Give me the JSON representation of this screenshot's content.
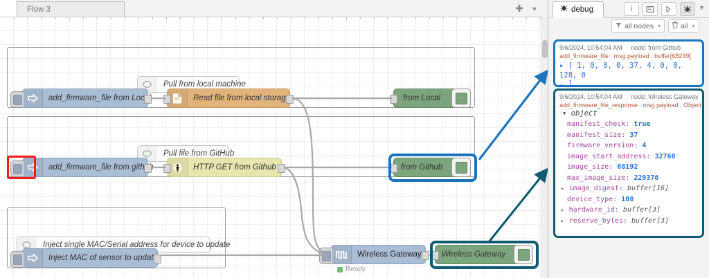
{
  "editor": {
    "tab": {
      "label": "Flow 3"
    },
    "tab_add_icon": "plus-icon",
    "tab_menu_icon": "chevron-down-icon"
  },
  "canvas": {
    "comments": [
      {
        "text": "Pull from local machine"
      },
      {
        "text": "Pull file from GitHub"
      },
      {
        "text": "Inject single MAC/Serial address for device to update"
      }
    ],
    "nodes": [
      {
        "id": "inject-local",
        "label": "add_firmware_file from Local",
        "color": "blue",
        "icon": "inject-arrow-icon"
      },
      {
        "id": "read-file",
        "label": "Read file from local storage",
        "color": "orange",
        "icon": "file-icon"
      },
      {
        "id": "debug-local",
        "label": "from Local",
        "color": "green",
        "icon": "debug-icon"
      },
      {
        "id": "inject-github",
        "label": "add_firmware_file from github",
        "color": "blue",
        "icon": "inject-arrow-icon"
      },
      {
        "id": "http-get",
        "label": "HTTP GET from Github",
        "color": "yellow",
        "icon": "globe-icon"
      },
      {
        "id": "debug-github",
        "label": "from Github",
        "color": "green",
        "icon": "debug-icon"
      },
      {
        "id": "inject-mac",
        "label": "Inject MAC of sensor to update",
        "color": "blue",
        "icon": "inject-arrow-icon"
      },
      {
        "id": "wireless-gw",
        "label": "Wireless Gateway",
        "color": "gateway",
        "icon": "pulse-icon"
      },
      {
        "id": "debug-gateway",
        "label": "Wireless Gateway",
        "color": "green",
        "icon": "debug-icon"
      }
    ],
    "status": {
      "label": "Ready",
      "color": "#6fbf73"
    },
    "highlights": {
      "red_label": "inject-button-highlight",
      "blue_label": "from-github-debug-highlight",
      "teal_label": "wireless-gateway-debug-highlight"
    }
  },
  "sidebar": {
    "tab": {
      "label": "debug",
      "icon": "bug-icon"
    },
    "buttons": [
      {
        "name": "info-button",
        "glyph": "i"
      },
      {
        "name": "help-button",
        "glyph": "☲"
      },
      {
        "name": "context-button",
        "glyph": "⊨"
      },
      {
        "name": "debug-button",
        "glyph": "☣"
      }
    ],
    "caret_icon": "chevron-down-icon",
    "filters": [
      {
        "name": "filter-nodes",
        "icon": "funnel-icon",
        "label": "all nodes",
        "caret": "▾"
      },
      {
        "name": "clear-nodes",
        "icon": "trash-icon",
        "label": "all",
        "caret": "▾"
      }
    ],
    "messages": [
      {
        "id": "msg-from-github",
        "border": "blue",
        "timestamp": "9/6/2024, 10:54:04 AM",
        "node": "node: from Github",
        "topic": "add_firmware_file : msg.payload : buffer[68239]",
        "body_line1": "▸ [ 1, 0, 0, 0, 37, 4, 0, 0, 128, 0",
        "body_line2": "… ]"
      },
      {
        "id": "msg-wireless-gateway",
        "border": "teal",
        "timestamp": "9/6/2024, 10:54:04 AM",
        "node": "node: Wireless Gateway",
        "topic": "add_firmware_file_response : msg.payload : Object",
        "object_label": "▾ object",
        "fields": [
          {
            "key": "manifest_check",
            "value": "true",
            "kind": "v",
            "expand": false
          },
          {
            "key": "manifest_size",
            "value": "37",
            "kind": "v",
            "expand": false
          },
          {
            "key": "firmware_version",
            "value": "4",
            "kind": "v",
            "expand": false
          },
          {
            "key": "image_start_address",
            "value": "32768",
            "kind": "v",
            "expand": false
          },
          {
            "key": "image_size",
            "value": "68192",
            "kind": "v",
            "expand": false
          },
          {
            "key": "max_image_size",
            "value": "229376",
            "kind": "v",
            "expand": false
          },
          {
            "key": "image_digest",
            "value": "buffer[16]",
            "kind": "vb",
            "expand": true
          },
          {
            "key": "device_type",
            "value": "108",
            "kind": "v",
            "expand": false
          },
          {
            "key": "hardware_id",
            "value": "buffer[3]",
            "kind": "vb",
            "expand": true
          },
          {
            "key": "reserve_bytes",
            "value": "buffer[3]",
            "kind": "vb",
            "expand": true
          }
        ]
      }
    ]
  },
  "colors": {
    "blue_highlight": "#1b74bd",
    "teal_highlight": "#105a72",
    "red_highlight": "#f51b1b",
    "node_blue": "#a9bdd4",
    "node_orange": "#e2b37b",
    "node_yellow": "#e6e6af",
    "node_green": "#7da57d"
  }
}
